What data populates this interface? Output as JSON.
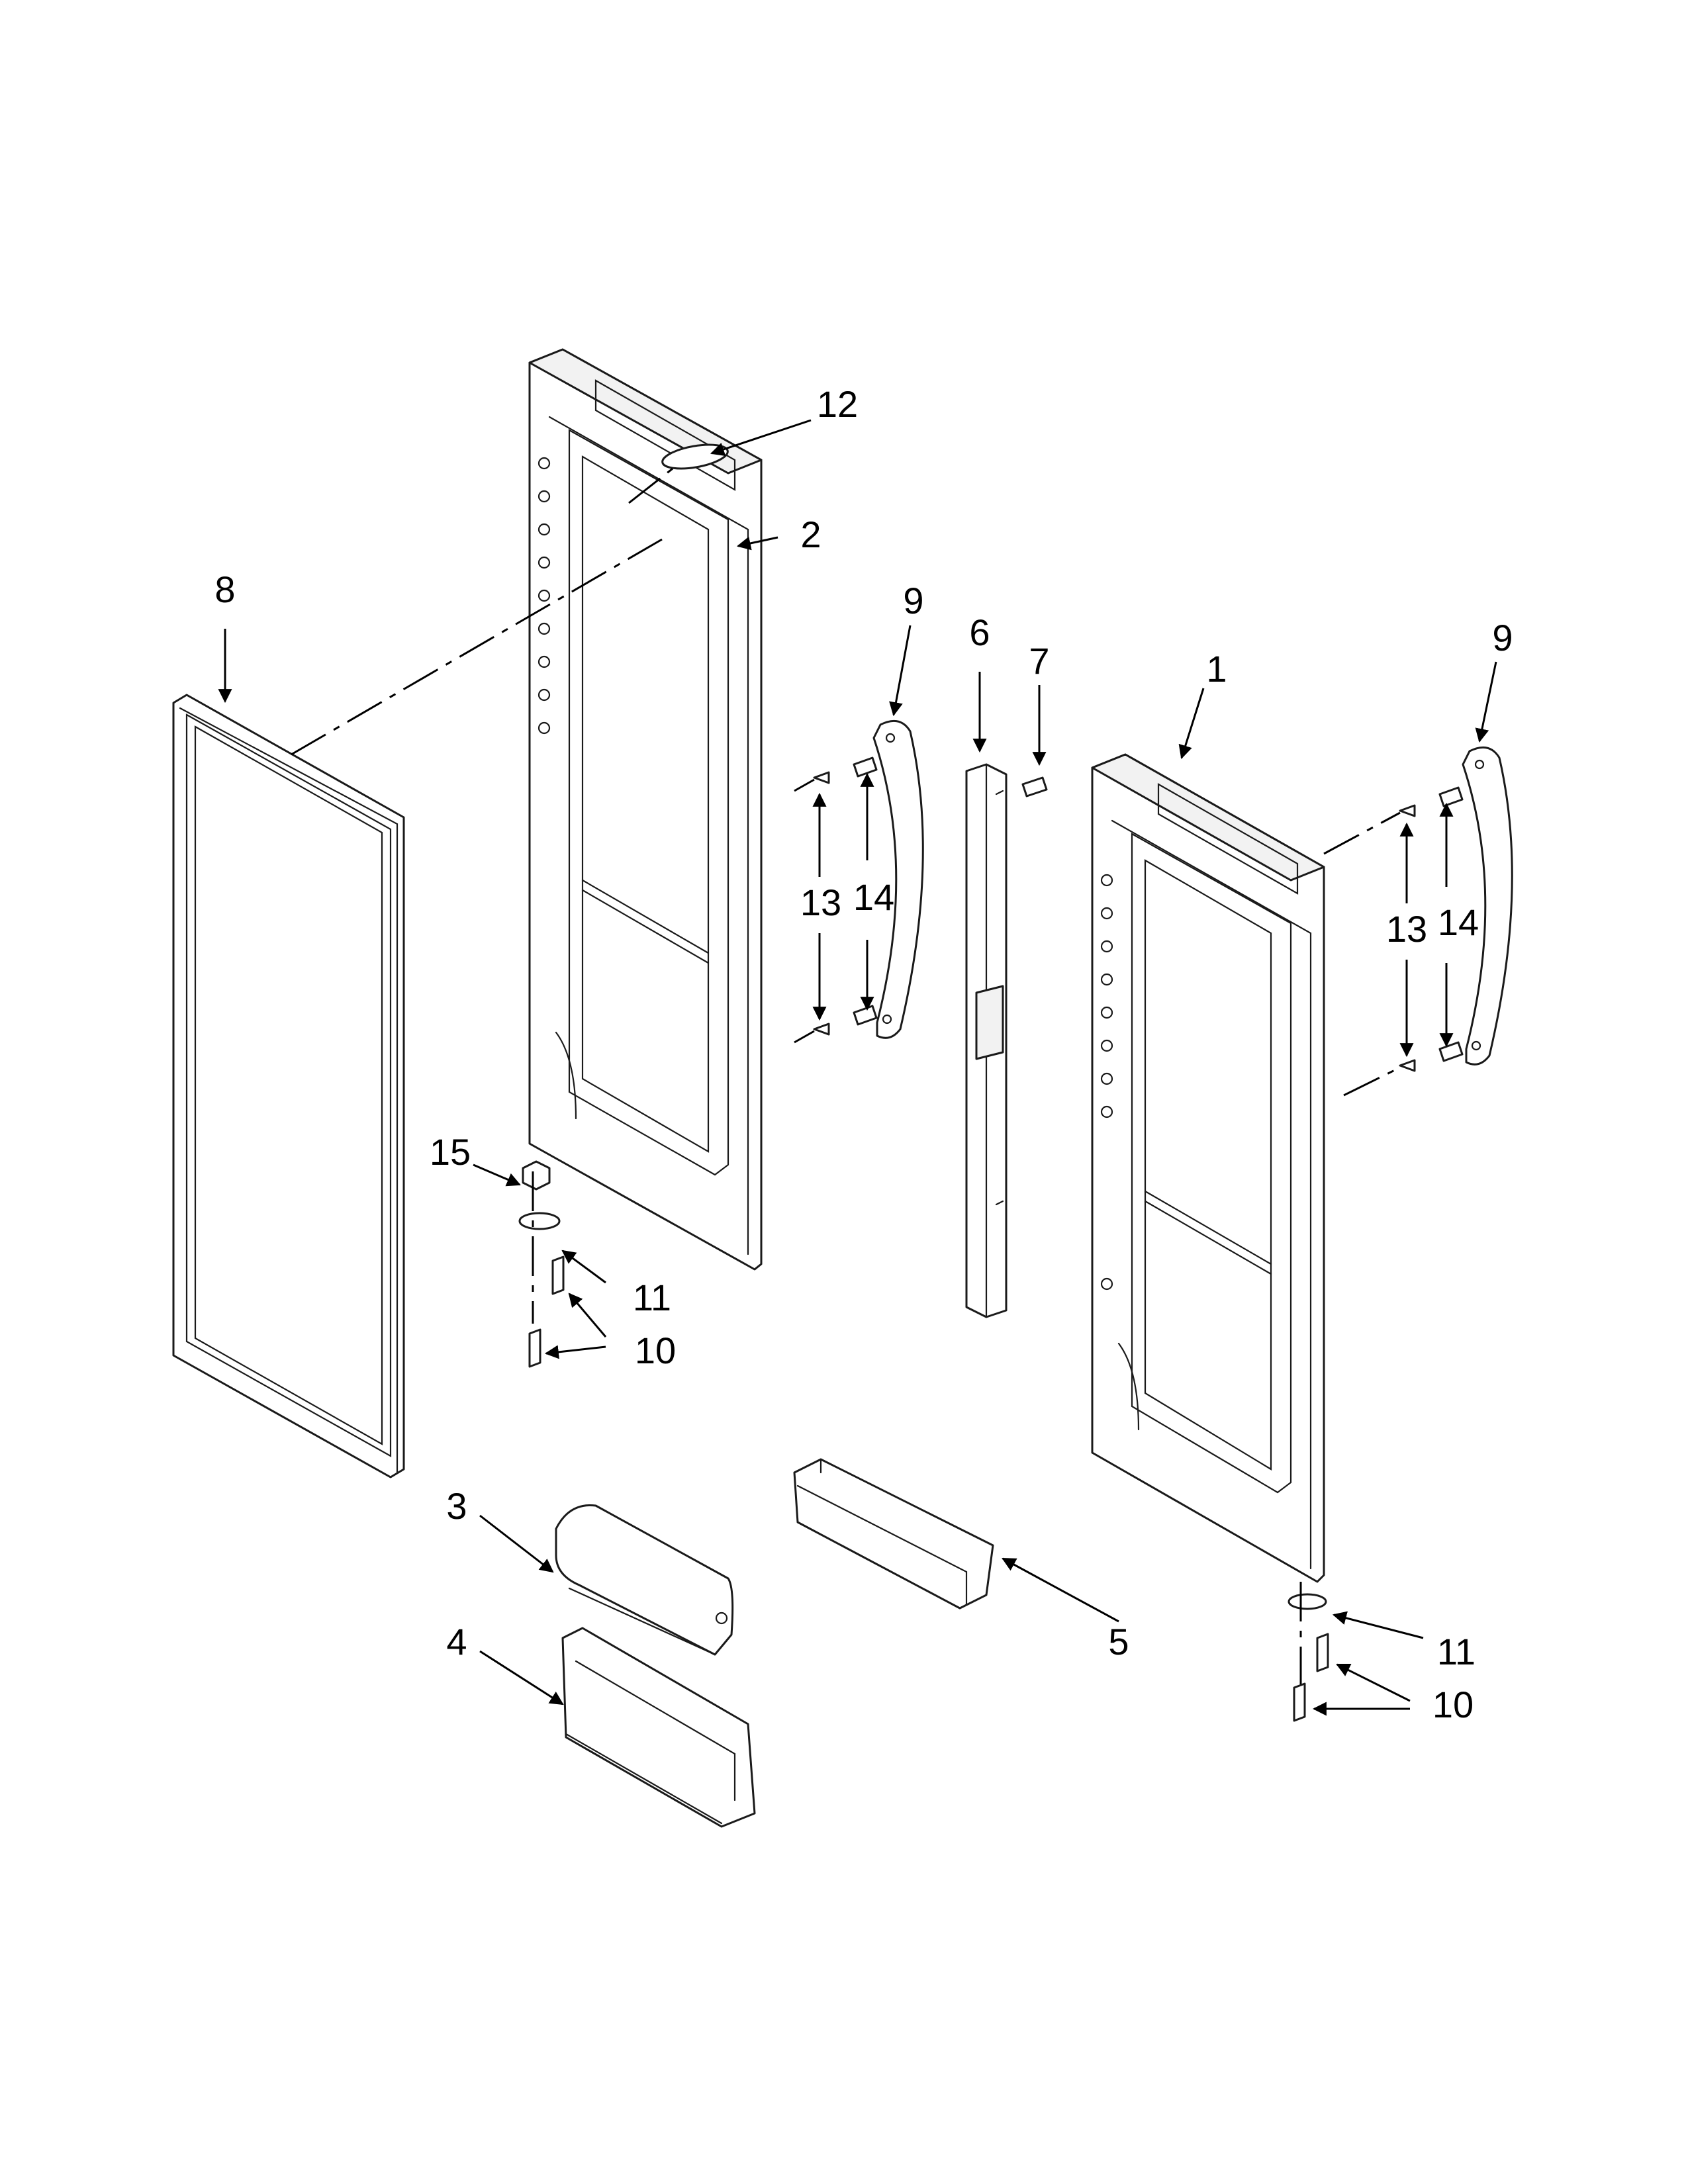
{
  "diagram": {
    "callouts": [
      {
        "id": "c12",
        "label": "12"
      },
      {
        "id": "c2",
        "label": "2"
      },
      {
        "id": "c8",
        "label": "8"
      },
      {
        "id": "c9a",
        "label": "9"
      },
      {
        "id": "c6",
        "label": "6"
      },
      {
        "id": "c7",
        "label": "7"
      },
      {
        "id": "c1",
        "label": "1"
      },
      {
        "id": "c9b",
        "label": "9"
      },
      {
        "id": "c13a",
        "label": "13"
      },
      {
        "id": "c14a",
        "label": "14"
      },
      {
        "id": "c13b",
        "label": "13"
      },
      {
        "id": "c14b",
        "label": "14"
      },
      {
        "id": "c15",
        "label": "15"
      },
      {
        "id": "c11a",
        "label": "11"
      },
      {
        "id": "c10a",
        "label": "10"
      },
      {
        "id": "c3",
        "label": "3"
      },
      {
        "id": "c4",
        "label": "4"
      },
      {
        "id": "c5",
        "label": "5"
      },
      {
        "id": "c11b",
        "label": "11"
      },
      {
        "id": "c10b",
        "label": "10"
      }
    ]
  }
}
